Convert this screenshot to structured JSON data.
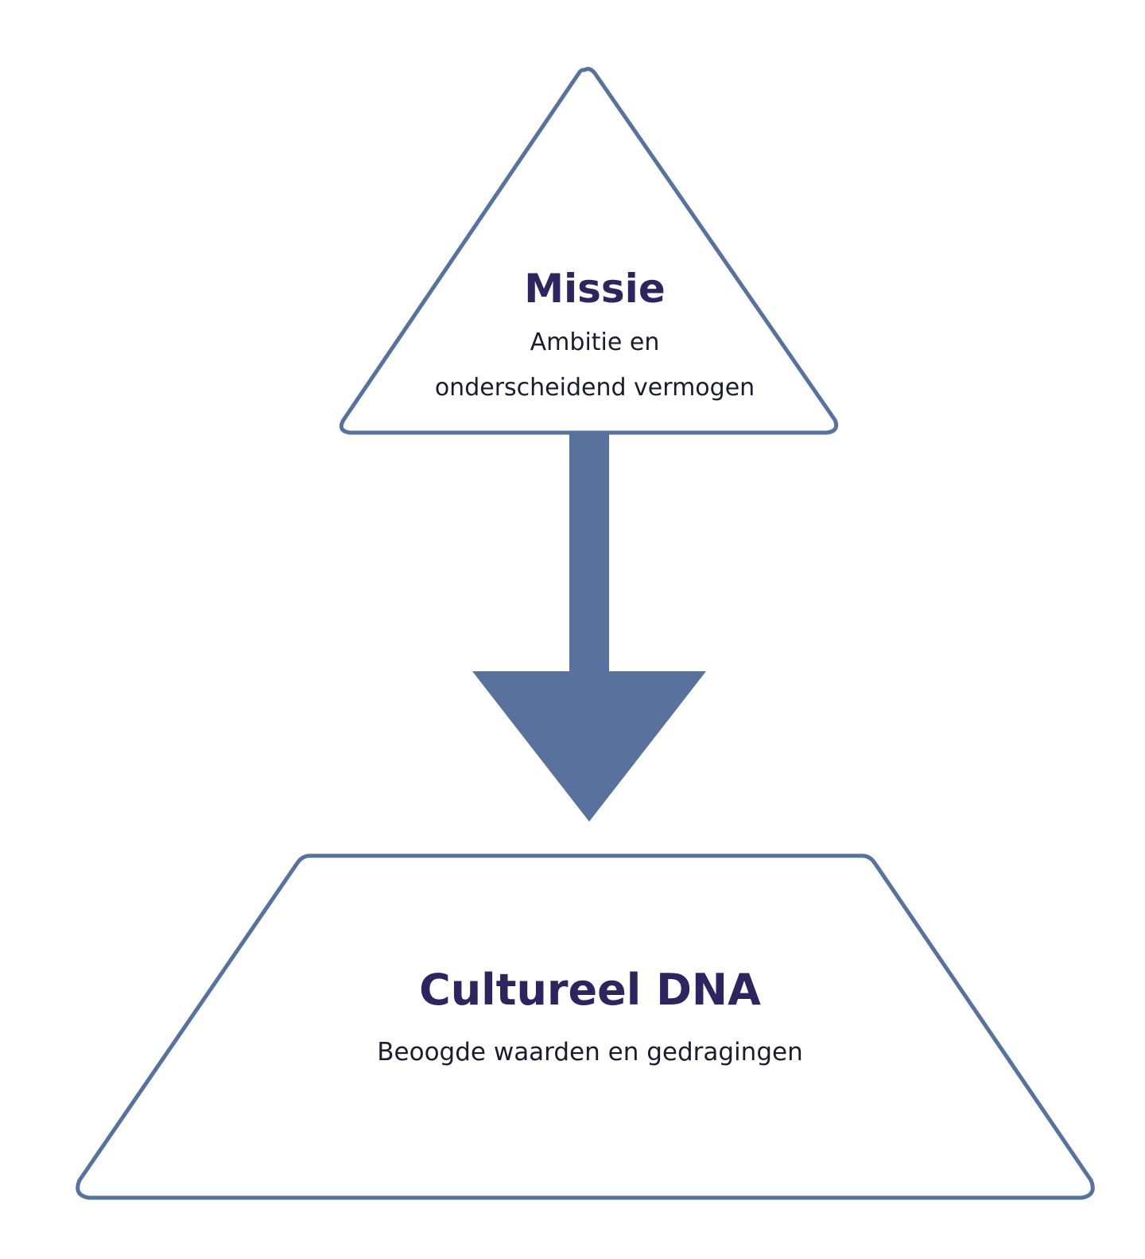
{
  "diagram": {
    "colors": {
      "outline": "#5672a0",
      "arrow": "#58729d",
      "title": "#2e2460",
      "text": "#1c1c2e",
      "background": "#ffffff"
    },
    "top_shape": {
      "shape": "triangle",
      "title": "Missie",
      "subtitle_line1": "Ambitie en",
      "subtitle_line2": "onderscheidend vermogen"
    },
    "connector": {
      "shape": "down-arrow",
      "direction": "down"
    },
    "bottom_shape": {
      "shape": "trapezoid",
      "title": "Cultureel DNA",
      "subtitle": "Beoogde waarden en gedragingen"
    }
  }
}
